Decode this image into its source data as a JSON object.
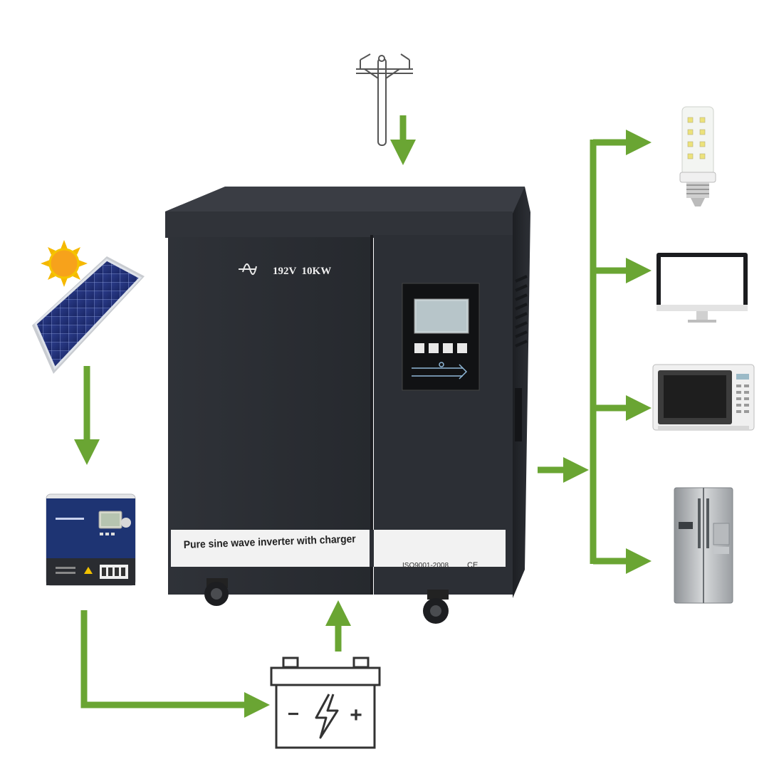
{
  "inverter": {
    "rating_label": "192V  10KW",
    "banner_text": "Pure sine wave inverter with charger",
    "cert_text": "ISO9001-2008",
    "ce_mark": "CE",
    "panel_button_icons": [
      "button",
      "button",
      "button",
      "button"
    ]
  },
  "battery": {
    "minus": "−",
    "plus": "+"
  },
  "components": {
    "sources": [
      "sun-icon",
      "solar-panel-icon",
      "utility-pole-icon",
      "charge-controller-icon",
      "battery-icon"
    ],
    "loads": [
      "led-bulb-icon",
      "monitor-icon",
      "microwave-icon",
      "refrigerator-icon"
    ]
  },
  "colors": {
    "arrow": "#6aa533",
    "inverter_body": "#2b2e34",
    "inverter_top": "#3a3d44",
    "banner_bg": "#f2f2f2",
    "controller_blue": "#1e3473"
  }
}
